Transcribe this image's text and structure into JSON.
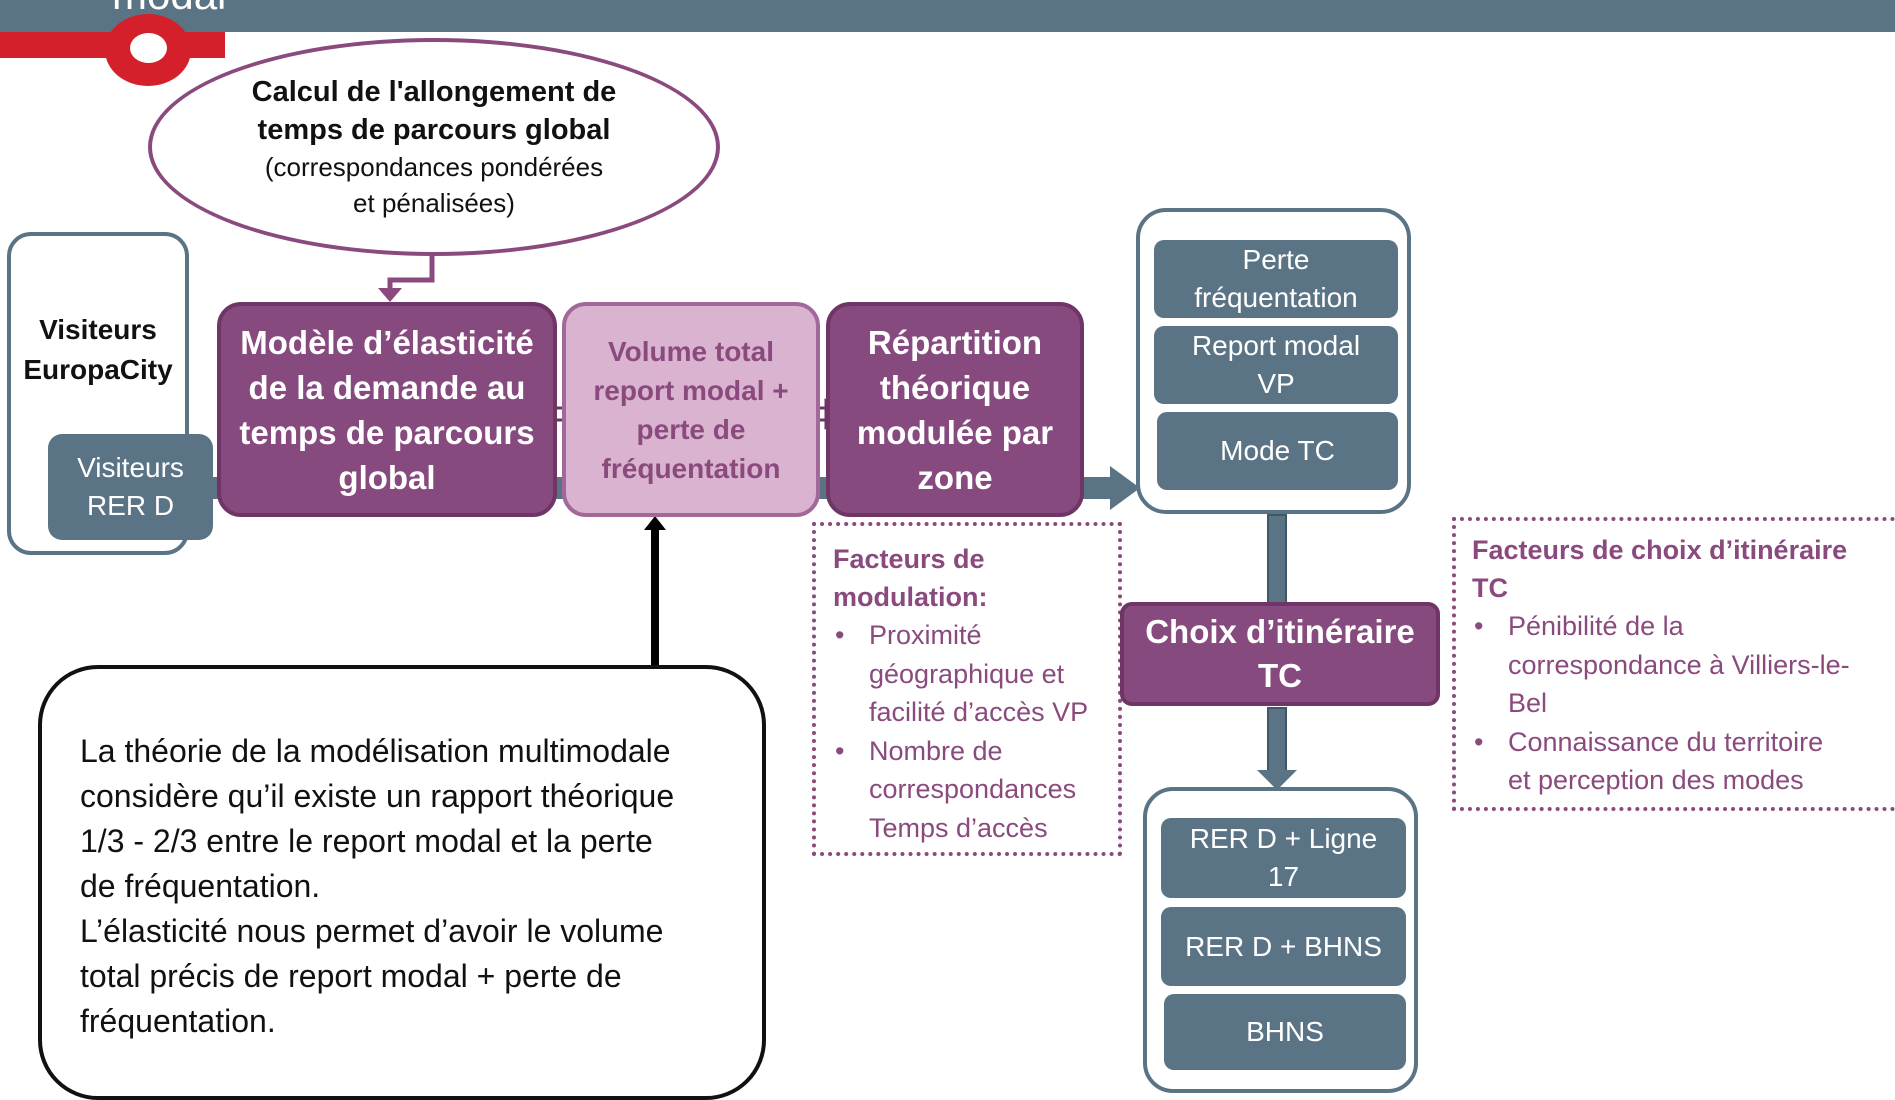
{
  "header": {
    "title_fragment": "modal",
    "colors": {
      "bar": "#5a7485",
      "brand_red": "#d4202a"
    }
  },
  "calc_bubble": {
    "line1": "Calcul de l'allongement de",
    "line2": "temps de parcours global",
    "line3": "(correspondances pondérées",
    "line4": "et pénalisées)"
  },
  "visitors": {
    "line1": "Visiteurs",
    "line2": "EuropaCity",
    "rer_line1": "Visiteurs",
    "rer_line2": "RER D"
  },
  "process": {
    "elasticity": "Modèle d’élasticité de la demande au temps de parcours global",
    "volume": "Volume total report modal + perte de fréquentation",
    "repartition": "Répartition théorique modulée par zone"
  },
  "outcomes": {
    "perte_line1": "Perte",
    "perte_line2": "fréquentation",
    "report_line1": "Report modal",
    "report_line2": "VP",
    "mode_tc": "Mode TC"
  },
  "modulation": {
    "title_line1": "Facteurs de",
    "title_line2": "modulation:",
    "bullet": "•",
    "item1_line1": "Proximité",
    "item1_line2": "géographique et",
    "item1_line3": "facilité d’accès VP",
    "item2_line1": "Nombre de",
    "item2_line2": "correspondances",
    "item2_line3": "Temps d’accès"
  },
  "choice": {
    "line1": "Choix d’itinéraire",
    "line2": "TC"
  },
  "itinerary_factors": {
    "title_line1": "Facteurs de choix d’itinéraire",
    "title_line2": "TC",
    "bullet": "•",
    "item1_line1": "Pénibilité de la",
    "item1_line2": "correspondance à Villiers-le-",
    "item1_line3": "Bel",
    "item2_line1": "Connaissance du territoire",
    "item2_line2": "et perception des modes"
  },
  "routes": {
    "r1_line1": "RER D + Ligne",
    "r1_line2": "17",
    "r2": "RER D + BHNS",
    "r3": "BHNS"
  },
  "note": {
    "line1": "La théorie de la modélisation multimodale",
    "line2": "considère qu’il existe un rapport théorique",
    "line3": "1/3 - 2/3 entre le report modal et la perte",
    "line4": "de fréquentation.",
    "line5": "L’élasticité nous permet d’avoir le volume",
    "line6": "total précis de report modal + perte de",
    "line7": "fréquentation."
  }
}
